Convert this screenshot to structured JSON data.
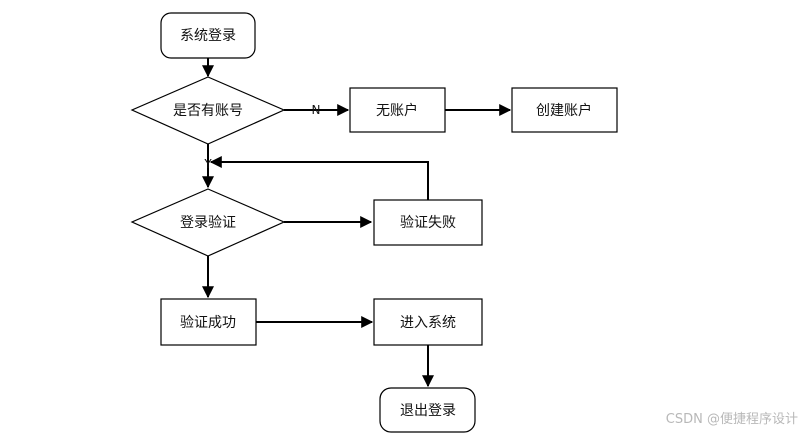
{
  "nodes": {
    "start": "系统登录",
    "has_account": "是否有账号",
    "no_account": "无账户",
    "create_account": "创建账户",
    "login_verify": "登录验证",
    "verify_fail": "验证失败",
    "verify_success": "验证成功",
    "enter_system": "进入系统",
    "logout": "退出登录"
  },
  "edge_labels": {
    "no": "N",
    "yes": "Y"
  },
  "watermark": "CSDN @便捷程序设计"
}
